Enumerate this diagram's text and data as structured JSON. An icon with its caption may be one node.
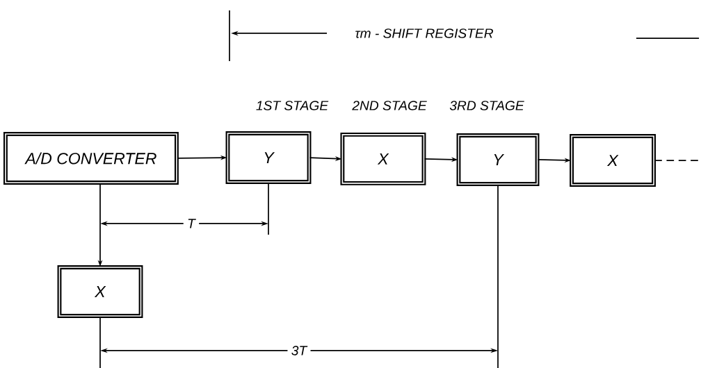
{
  "diagram": {
    "nodes": [
      {
        "text": [
          "A/D CONVERTER"
        ]
      },
      {
        "text": [
          "Y"
        ],
        "beside": [
          "1ST STAGE"
        ]
      },
      {
        "text": [
          "X"
        ],
        "beside": [
          "2ND STAGE"
        ]
      },
      {
        "text": [
          "Y"
        ],
        "beside": [
          "3RD STAGE"
        ]
      },
      {
        "text": [
          "X"
        ]
      },
      {
        "text": [
          "X"
        ]
      }
    ],
    "edges": [
      {
        "from": 0,
        "to": 1,
        "arrow": "to"
      },
      {
        "from": 1,
        "to": 2,
        "arrow": "to"
      },
      {
        "from": 2,
        "to": 3,
        "arrow": "to"
      },
      {
        "from": 3,
        "to": 4,
        "arrow": "to"
      },
      {
        "from": 4,
        "to": null,
        "arrow": "none",
        "style": "dashed"
      },
      {
        "from": 0,
        "to": 5,
        "arrow": "to"
      }
    ],
    "labels": [
      "τm - SHIFT REGISTER",
      "T",
      "3T"
    ]
  }
}
